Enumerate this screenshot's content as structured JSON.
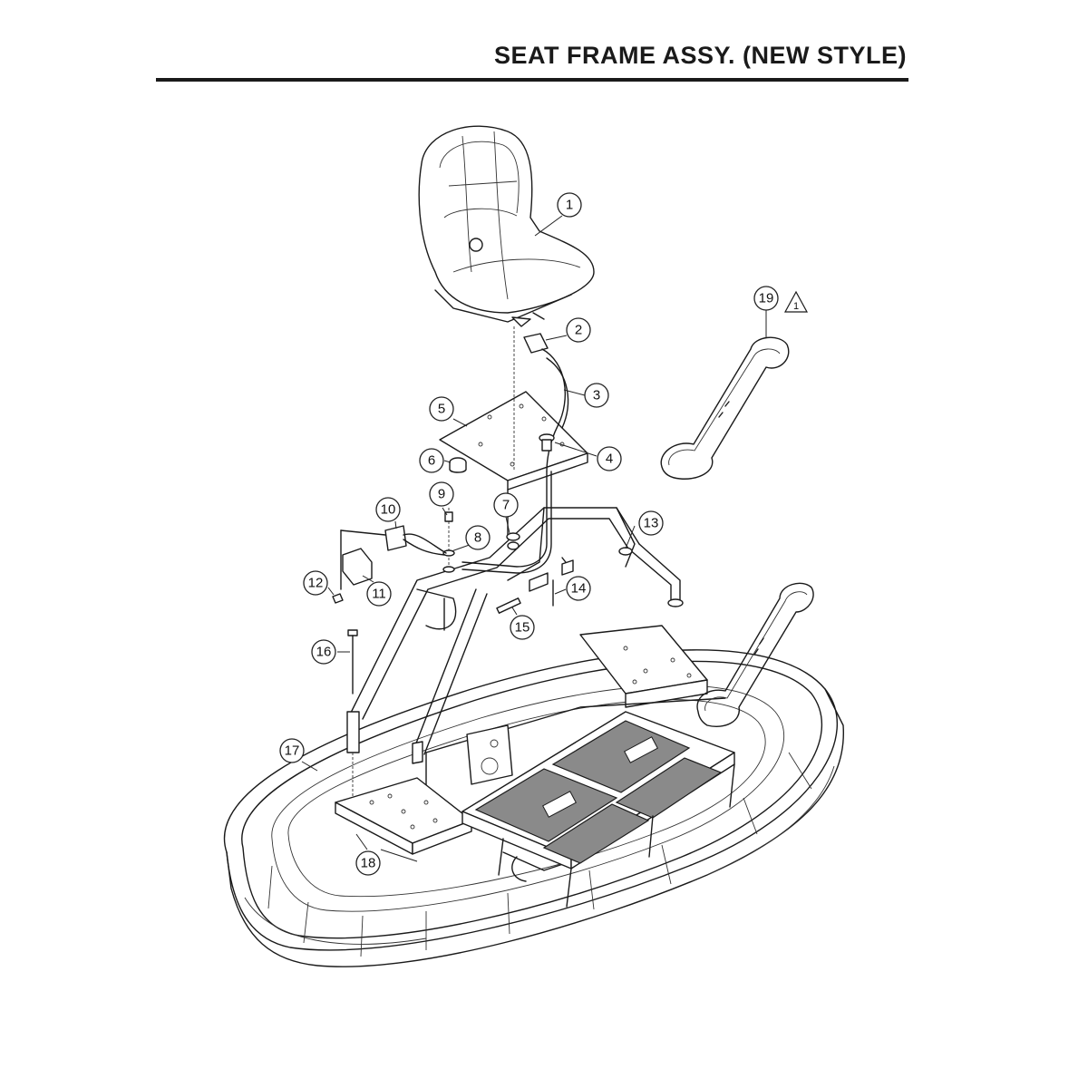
{
  "title": "SEAT FRAME ASSY. (NEW STYLE)",
  "callouts": [
    "1",
    "2",
    "3",
    "4",
    "5",
    "6",
    "7",
    "8",
    "9",
    "10",
    "11",
    "12",
    "13",
    "14",
    "15",
    "16",
    "17",
    "18",
    "19"
  ],
  "revision_note": "1"
}
